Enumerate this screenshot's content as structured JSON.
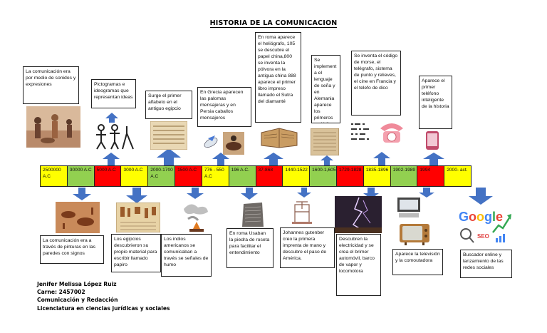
{
  "title": "HISTORIA DE LA COMUNICACION",
  "colors": {
    "yellow": "#ffff00",
    "green": "#92d050",
    "red": "#ff0000",
    "arrow": "#4472c4"
  },
  "timeline": [
    {
      "label": "2500000 A.C",
      "color": "yellow"
    },
    {
      "label": "30000 A.C",
      "color": "green"
    },
    {
      "label": "5000 A.C",
      "color": "red"
    },
    {
      "label": "3000 A.C",
      "color": "yellow"
    },
    {
      "label": "2000-1700 A.C",
      "color": "green"
    },
    {
      "label": "1500 A.C",
      "color": "red"
    },
    {
      "label": "776 - 550 A.C",
      "color": "yellow"
    },
    {
      "label": "196 A.C.",
      "color": "green"
    },
    {
      "label": "37-868",
      "color": "red"
    },
    {
      "label": "1440-1522",
      "color": "yellow"
    },
    {
      "label": "1600-1,605",
      "color": "green"
    },
    {
      "label": "1729-1828",
      "color": "red"
    },
    {
      "label": "1835-1896",
      "color": "yellow"
    },
    {
      "label": "1902-1989",
      "color": "green"
    },
    {
      "label": "1994",
      "color": "red"
    },
    {
      "label": "2000- act.",
      "color": "yellow"
    }
  ],
  "top_events": [
    "La comunicación era por medio de sonidos y expresiones",
    "Pictogramas e ideogramas que representan ideas",
    "Surge el primer alfabeto en el antiguo egipcio",
    "En Grecia aparecen las palomas mensajeras y en Persia caballos mensajeros",
    "En roma aparece el heliógrafo, 105 se descubre el papel china,800 se inventa la pólvora en la antigua china 888 aparece el primer libro impreso llamado el Sutra del diamanté",
    "Se implement a el lenguaje de seña y en Alemania aparece los primeros periódicos",
    "Se inventa el código de morse, el telégrafo, sistema de punto y relieves, el cine en Francia y el telefo de dico",
    "Aparece el primer teléfono inteligente de la historia"
  ],
  "bottom_events": [
    "La comunicación era a través de pinturas en las paredes con signos",
    "Los egipcios descubrieron su propio material para escribir llamado papiro",
    "Los indios americanos se comunicaban a través se señales de humo",
    "En roma Usaban la piedra de roseta para facilitar el entendimiento",
    "Johannes gutenber creo la primera imprenta de mano y descubre el paso de América.",
    "Descubren la electricidad y se crea el brimer automóvil, barco de vapor y locomotora",
    "Aparece la televisión y la comoutadora",
    "Buscador online y lanzamiento de las redes sociales"
  ],
  "images": {
    "cave_people": "cave-painting-image",
    "pictograms": "pictogram-figures-image",
    "egyptian_alphabet": "hieroglyph-tablet-image",
    "dove": "dove-image",
    "horse": "horse-rider-image",
    "book": "ancient-book-image",
    "newspaper": "old-newspaper-image",
    "morse": "morse-code-image",
    "telephone": "rotary-telephone-image",
    "smartphone": "smartphone-image",
    "cave_painting": "cave-wall-painting-image",
    "papyrus": "papyrus-image",
    "smoke": "smoke-signal-image",
    "rosetta": "rosetta-stone-image",
    "press": "printing-press-image",
    "electricity": "lightning-image",
    "computer": "computer-image",
    "television": "television-image",
    "google": "google-seo-image"
  },
  "logo_text": "Google",
  "seo_text": "SEO",
  "footer": {
    "name": "Jenifer Melissa López Ruiz",
    "carne": "Carne: 2457002",
    "course": "Comunicación y Redacción",
    "degree": "Licenciatura en ciencias jurídicas y sociales"
  }
}
